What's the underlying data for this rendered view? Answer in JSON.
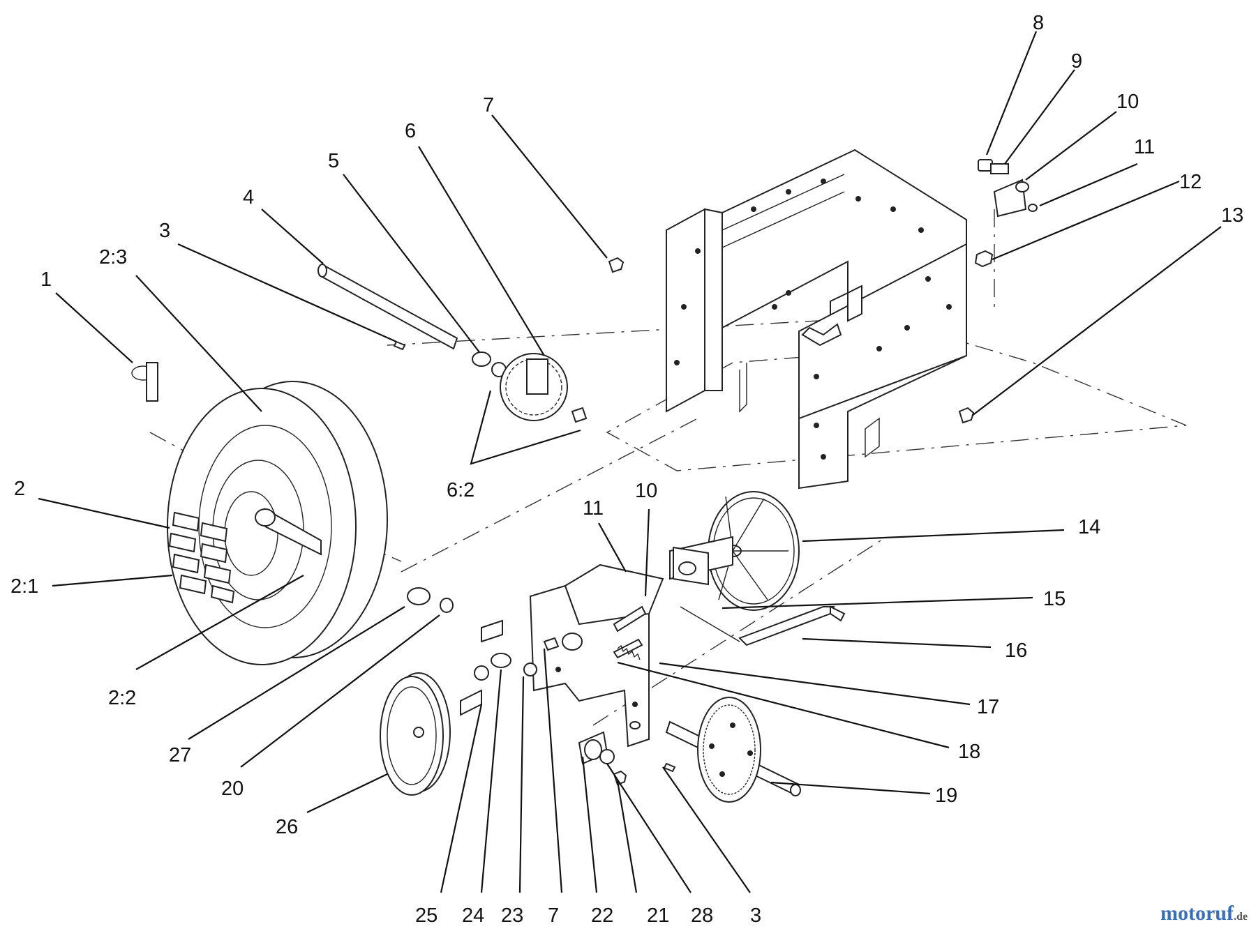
{
  "watermark": {
    "text_main": "motoruf",
    "text_suffix": ".de"
  },
  "labels": [
    {
      "id": "p1",
      "text": "1"
    },
    {
      "id": "p2-3",
      "text": "2:3"
    },
    {
      "id": "p3-top",
      "text": "3"
    },
    {
      "id": "p4",
      "text": "4"
    },
    {
      "id": "p5",
      "text": "5"
    },
    {
      "id": "p6",
      "text": "6"
    },
    {
      "id": "p7-top",
      "text": "7"
    },
    {
      "id": "p8",
      "text": "8"
    },
    {
      "id": "p9",
      "text": "9"
    },
    {
      "id": "p10-top",
      "text": "10"
    },
    {
      "id": "p11-top",
      "text": "11"
    },
    {
      "id": "p12",
      "text": "12"
    },
    {
      "id": "p13",
      "text": "13"
    },
    {
      "id": "p2",
      "text": "2"
    },
    {
      "id": "p2-1",
      "text": "2:1"
    },
    {
      "id": "p6-2",
      "text": "6:2"
    },
    {
      "id": "p11-mid",
      "text": "11"
    },
    {
      "id": "p10-mid",
      "text": "10"
    },
    {
      "id": "p14",
      "text": "14"
    },
    {
      "id": "p15",
      "text": "15"
    },
    {
      "id": "p16",
      "text": "16"
    },
    {
      "id": "p17",
      "text": "17"
    },
    {
      "id": "p18",
      "text": "18"
    },
    {
      "id": "p19",
      "text": "19"
    },
    {
      "id": "p2-2",
      "text": "2:2"
    },
    {
      "id": "p27",
      "text": "27"
    },
    {
      "id": "p20",
      "text": "20"
    },
    {
      "id": "p26",
      "text": "26"
    },
    {
      "id": "p25",
      "text": "25"
    },
    {
      "id": "p24",
      "text": "24"
    },
    {
      "id": "p23",
      "text": "23"
    },
    {
      "id": "p7-bot",
      "text": "7"
    },
    {
      "id": "p22",
      "text": "22"
    },
    {
      "id": "p21",
      "text": "21"
    },
    {
      "id": "p28",
      "text": "28"
    },
    {
      "id": "p3-bot",
      "text": "3"
    }
  ]
}
